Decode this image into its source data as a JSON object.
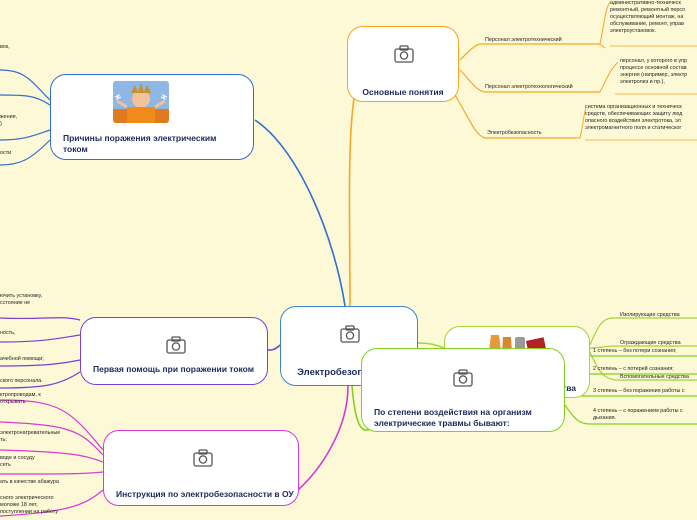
{
  "center": {
    "title": "Электробезопасность"
  },
  "nodes": {
    "basic": {
      "title": "Основные понятия",
      "items": [
        {
          "label": "Персонал электротехнический",
          "desc": [
            "административно-техническ",
            "ремонтный, ремонтный персо",
            "осуществляющий монтаж, на",
            "обслуживание, ремонт, управ",
            "электроустановок."
          ]
        },
        {
          "label": "Персонал электротехнологический",
          "desc": [
            "персонал, у которого в упр",
            "процессе основной состав",
            "энергия (например, электр",
            "электролиз и пр.),"
          ]
        },
        {
          "label": "Электробезопасность",
          "desc": [
            "система организационных и техническ",
            "средств, обеспечивающих защиту люд",
            "опасного воздействия электротока, эл",
            "электромагнитного поля и статическог"
          ]
        }
      ]
    },
    "causes": {
      "title": "Причины поражения электрическим током",
      "items": [
        {
          "lines": [
            "вок,"
          ]
        },
        {
          "lines": [
            ""
          ]
        },
        {
          "lines": [
            "жения,",
            ")"
          ]
        },
        {
          "lines": [
            "ости"
          ]
        }
      ]
    },
    "firstaid": {
      "title": "Первая помощь при поражении током",
      "items": [
        {
          "lines": [
            "ючить установку,",
            "сстояние не"
          ]
        },
        {
          "lines": [
            "ность,"
          ]
        },
        {
          "lines": [
            "ачебной помощи;"
          ]
        },
        {
          "lines": [
            "ского персонала."
          ]
        }
      ]
    },
    "instruction": {
      "title": "Инструкция по  электробезопасности в ОУ",
      "items": [
        {
          "lines": [
            "ктропроводам, к",
            "открывать"
          ]
        },
        {
          "lines": [
            "электронагревательные",
            "ть;"
          ]
        },
        {
          "lines": [
            "воде и сосуду",
            "сеть"
          ]
        },
        {
          "lines": [
            "ать в качестве абажура"
          ]
        },
        {
          "lines": [
            "сного электрического",
            "моложе 18 лет,",
            "поступлении на работу"
          ]
        }
      ]
    },
    "protective": {
      "title": "Электрозащитные средства",
      "items": [
        "Изолирующие средства",
        "Ограждающие средства",
        "Вспомогательные средства"
      ]
    },
    "degrees": {
      "title": "По степени воздействия на организм электрические травмы бывают:",
      "items": [
        {
          "lines": [
            "1 степень – без потери сознания;"
          ]
        },
        {
          "lines": [
            "2 степень – с потерей сознания;"
          ]
        },
        {
          "lines": [
            "3 степень – без поражения работы с"
          ]
        },
        {
          "lines": [
            "4 степень – с поражением работы с",
            "дыхания."
          ]
        }
      ]
    }
  },
  "icons": {
    "placeholder": "camera-icon"
  },
  "colors": {
    "background": "#fdf9d6",
    "center": "#3e86c6",
    "basic": "#f5a623",
    "causes": "#2f6fd1",
    "firstaid": "#7a3fd6",
    "instruction": "#d63ad6",
    "protective": "#a2d43b",
    "degrees": "#7ed321"
  }
}
